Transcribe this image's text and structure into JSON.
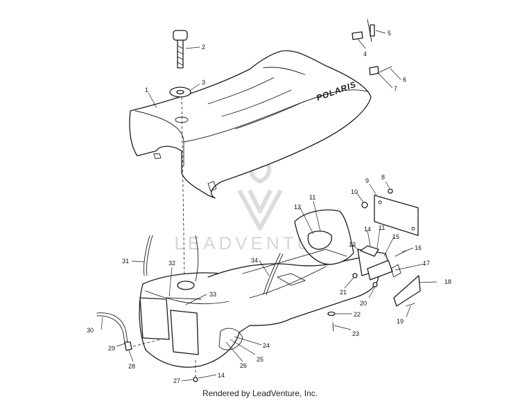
{
  "diagram": {
    "brand_logo_text": "POLARIS",
    "watermark_text": "LEADVENTURE",
    "footer": "Rendered by LeadVenture, Inc.",
    "callouts": [
      "1",
      "2",
      "3",
      "4",
      "5",
      "6",
      "7",
      "8",
      "9",
      "10",
      "11",
      "11",
      "12",
      "13",
      "14",
      "14",
      "15",
      "16",
      "17",
      "18",
      "19",
      "20",
      "21",
      "22",
      "23",
      "24",
      "25",
      "26",
      "27",
      "28",
      "29",
      "30",
      "31",
      "32",
      "33",
      "34"
    ],
    "colors": {
      "line": "#1a1a1a",
      "watermark": "#d6d6d6",
      "background": "#ffffff"
    }
  }
}
